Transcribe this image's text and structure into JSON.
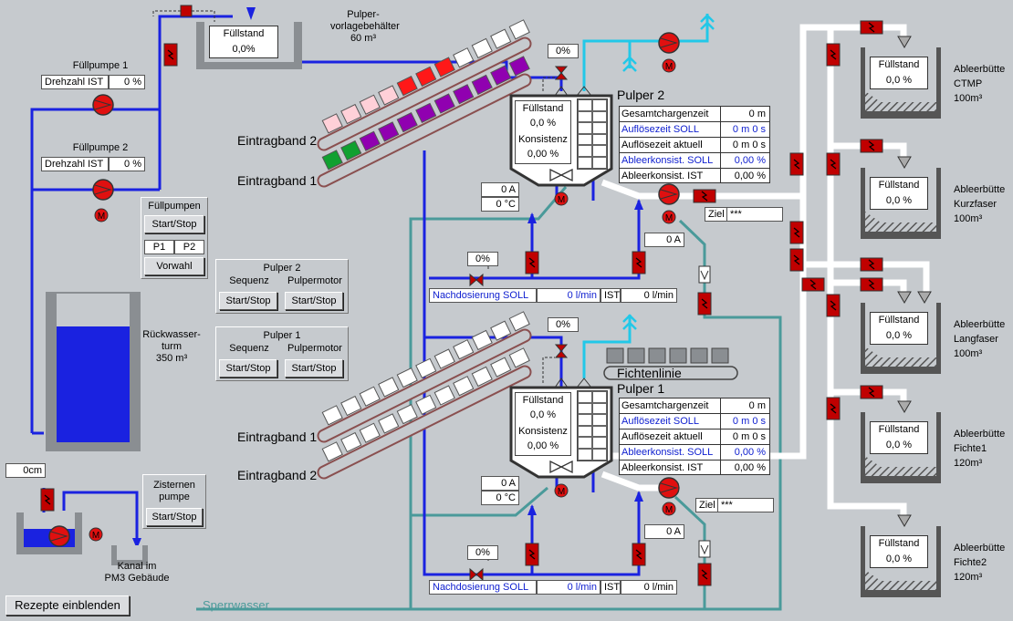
{
  "colors": {
    "water": "#1a22e0",
    "seal_water": "#4a9a9a",
    "white_pipe": "#ffffff",
    "cyan_line": "#22c8e8",
    "valve_red": "#c00000",
    "chest_hatch": "#555555"
  },
  "pulper_vorlage": {
    "label": "Pulper-\nvorlagebehälter\n60 m³",
    "fill_label": "Füllstand",
    "fill_value": "0,0%"
  },
  "fuellpumpe1": {
    "title": "Füllpumpe 1",
    "key": "Drehzahl IST",
    "value": "0  %"
  },
  "fuellpumpe2": {
    "title": "Füllpumpe 2",
    "key": "Drehzahl IST",
    "value": "0  %"
  },
  "fuellpumpen": {
    "title": "Füllpumpen",
    "start_stop": "Start/Stop",
    "p1": "P1",
    "p2": "P2",
    "vorwahl": "Vorwahl"
  },
  "pulper2_ctrl": {
    "title": "Pulper 2",
    "seq_label": "Sequenz",
    "motor_label": "Pulpermotor",
    "seq_btn": "Start/Stop",
    "motor_btn": "Start/Stop"
  },
  "pulper1_ctrl": {
    "title": "Pulper 1",
    "seq_label": "Sequenz",
    "motor_label": "Pulpermotor",
    "seq_btn": "Start/Stop",
    "motor_btn": "Start/Stop"
  },
  "rueckwasser": {
    "label": "Rückwasser-\nturm\n350 m³"
  },
  "zisterne": {
    "level": "0cm",
    "title": "Zisternen\npumpe",
    "start_stop": "Start/Stop"
  },
  "kanal": {
    "label": "Kanal im\nPM3 Gebäude"
  },
  "rezepte_btn": "Rezepte einblenden",
  "sperrwasser": "Sperrwasser",
  "fichtenlinie": "Fichtenlinie",
  "band_labels": {
    "p2_top": "Eintragband 2",
    "p2_bottom": "Eintragband 1",
    "p1_top": "Eintragband 1",
    "p1_bottom": "Eintragband 2"
  },
  "band_p2_top": {
    "colors": [
      "#ffd0d8",
      "#ffd0d8",
      "#ffd0d8",
      "#ffd0d8",
      "#ff1818",
      "#ff1818",
      "#ff1818",
      "#ffffff",
      "#ffffff",
      "#ffffff",
      "#ffffff"
    ]
  },
  "band_p2_bottom": {
    "colors": [
      "#10a030",
      "#10a030",
      "#9000b0",
      "#9000b0",
      "#9000b0",
      "#9000b0",
      "#9000b0",
      "#9000b0",
      "#9000b0",
      "#9000b0",
      "#9000b0"
    ]
  },
  "pulper2": {
    "title": "Pulper 2",
    "fill_label": "Füllstand",
    "fill_value": "0,0  %",
    "kons_label": "Konsistenz",
    "kons_value": "0,00  %",
    "valve_pct": "0%",
    "amps": "0  A",
    "temp": "0  °C",
    "pump_amps": "0  A",
    "ziel_label": "Ziel",
    "ziel_value": "***",
    "dosing_pct": "0%",
    "nach_label": "Nachdosierung SOLL",
    "nach_value": "0  l/min",
    "ist_label": "IST",
    "ist_value": "0  l/min",
    "rows": [
      {
        "k": "Gesamtchargenzeit",
        "v": "0 m",
        "blue": false
      },
      {
        "k": "Auflösezeit SOLL",
        "v": "0 m  0 s",
        "blue": true
      },
      {
        "k": "Auflösezeit aktuell",
        "v": "0 m  0 s",
        "blue": false
      },
      {
        "k": "Ableerkonsist. SOLL",
        "v": "0,00 %",
        "blue": true
      },
      {
        "k": "Ableerkonsist. IST",
        "v": "0,00 %",
        "blue": false
      }
    ]
  },
  "pulper1": {
    "title": "Pulper 1",
    "fill_label": "Füllstand",
    "fill_value": "0,0  %",
    "kons_label": "Konsistenz",
    "kons_value": "0,00  %",
    "valve_pct": "0%",
    "amps": "0  A",
    "temp": "0  °C",
    "pump_amps": "0  A",
    "ziel_label": "Ziel",
    "ziel_value": "***",
    "dosing_pct": "0%",
    "nach_label": "Nachdosierung SOLL",
    "nach_value": "0  l/min",
    "ist_label": "IST",
    "ist_value": "0  l/min",
    "rows": [
      {
        "k": "Gesamtchargenzeit",
        "v": "0 m",
        "blue": false
      },
      {
        "k": "Auflösezeit SOLL",
        "v": "0 m  0 s",
        "blue": true
      },
      {
        "k": "Auflösezeit aktuell",
        "v": "0 m  0 s",
        "blue": false
      },
      {
        "k": "Ableerkonsist. SOLL",
        "v": "0,00 %",
        "blue": true
      },
      {
        "k": "Ableerkonsist. IST",
        "v": "0,00 %",
        "blue": false
      }
    ]
  },
  "chests": [
    {
      "fill_label": "Füllstand",
      "fill_value": "0,0  %",
      "name": "Ableerbütte\nCTMP\n100m³"
    },
    {
      "fill_label": "Füllstand",
      "fill_value": "0,0  %",
      "name": "Ableerbütte\nKurzfaser\n100m³"
    },
    {
      "fill_label": "Füllstand",
      "fill_value": "0,0  %",
      "name": "Ableerbütte\nLangfaser\n100m³"
    },
    {
      "fill_label": "Füllstand",
      "fill_value": "0,0  %",
      "name": "Ableerbütte\nFichte1\n120m³"
    },
    {
      "fill_label": "Füllstand",
      "fill_value": "0,0  %",
      "name": "Ableerbütte\nFichte2\n120m³"
    }
  ]
}
